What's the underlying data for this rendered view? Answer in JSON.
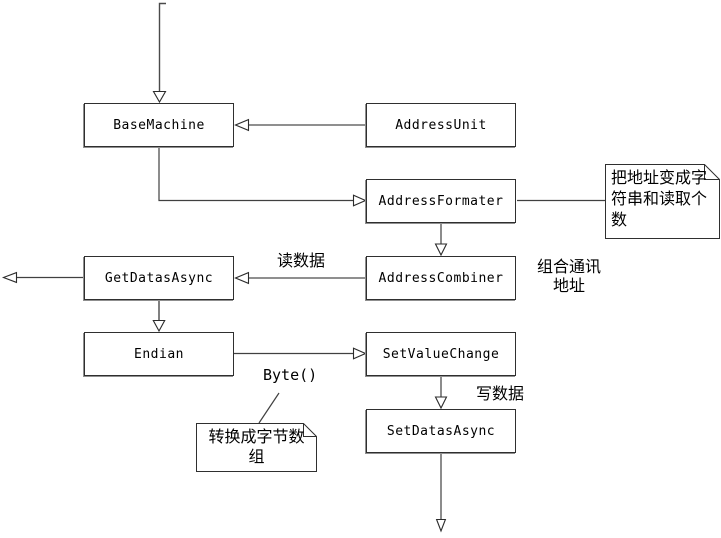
{
  "diagram": {
    "type": "uml-class-flow-diagram",
    "classes": {
      "base_machine": {
        "label": "BaseMachine"
      },
      "address_unit": {
        "label": "AddressUnit"
      },
      "address_formater": {
        "label": "AddressFormater"
      },
      "get_datas_async": {
        "label": "GetDatasAsync"
      },
      "address_combiner": {
        "label": "AddressCombiner"
      },
      "endian": {
        "label": "Endian"
      },
      "set_value_change": {
        "label": "SetValueChange"
      },
      "set_datas_async": {
        "label": "SetDatasAsync"
      }
    },
    "notes": {
      "address_formater_note": "把地址变成字符串和读取个数",
      "endian_note": "转换成字节数组"
    },
    "edge_labels": {
      "read_data": "读数据",
      "combine_address": "组合通讯\n地址",
      "byte_call": "Byte()",
      "write_data": "写数据"
    },
    "colors": {
      "background": "#ffffff",
      "box_border": "#2f2f2f",
      "box_shadow": "#8f8f8f",
      "connector_gray": "#7f7f7f",
      "connector_dark": "#404040",
      "text": "#000000"
    }
  }
}
